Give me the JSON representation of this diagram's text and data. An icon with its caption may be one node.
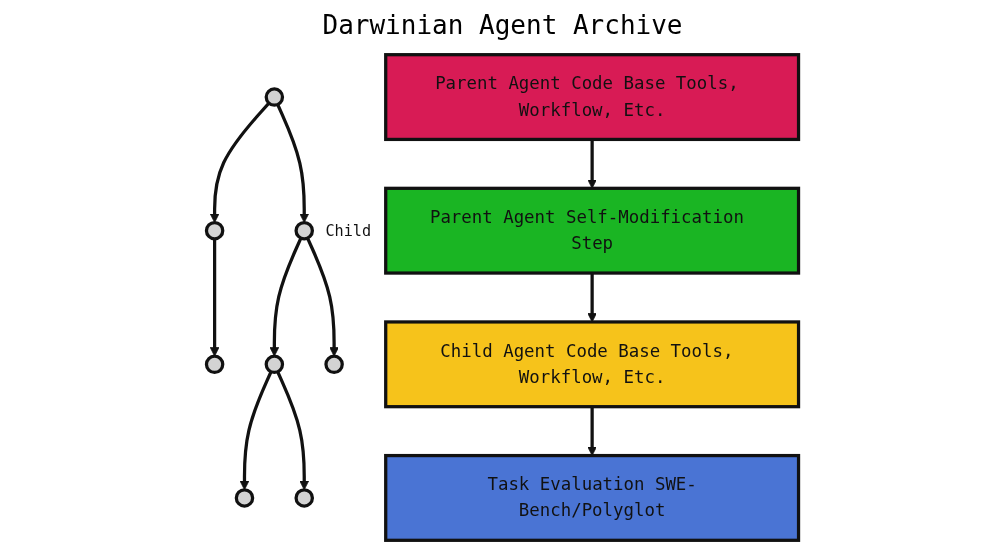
{
  "diagram": {
    "title": "Darwinian Agent Archive",
    "nodes": [
      {
        "text": [],
        "shape": "circle"
      },
      {
        "text": [],
        "shape": "circle"
      },
      {
        "text": [],
        "shape": "circle",
        "beside": [
          "Child"
        ]
      },
      {
        "text": [],
        "shape": "circle"
      },
      {
        "text": [],
        "shape": "circle"
      },
      {
        "text": [],
        "shape": "circle"
      },
      {
        "text": [],
        "shape": "circle"
      },
      {
        "text": [],
        "shape": "circle"
      },
      {
        "text": [
          "Parent Agent Code Base Tools, Workflow, Etc."
        ]
      },
      {
        "text": [
          "Parent Agent Self-Modification Step"
        ]
      },
      {
        "text": [
          "Child Agent Code Base Tools, Workflow, Etc."
        ]
      },
      {
        "text": [
          "Task Evaluation SWE-Bench/Polyglot"
        ]
      }
    ],
    "edges": [
      {
        "from": 0,
        "to": 1,
        "arrow": "to"
      },
      {
        "from": 0,
        "to": 2,
        "arrow": "to"
      },
      {
        "from": 1,
        "to": 3,
        "arrow": "to"
      },
      {
        "from": 2,
        "to": 4,
        "arrow": "to"
      },
      {
        "from": 2,
        "to": 5,
        "arrow": "to"
      },
      {
        "from": 4,
        "to": 6,
        "arrow": "to"
      },
      {
        "from": 4,
        "to": 7,
        "arrow": "to"
      },
      {
        "from": 8,
        "to": 9,
        "arrow": "to"
      },
      {
        "from": 9,
        "to": 10,
        "arrow": "to"
      },
      {
        "from": 10,
        "to": 11,
        "arrow": "to"
      }
    ]
  }
}
